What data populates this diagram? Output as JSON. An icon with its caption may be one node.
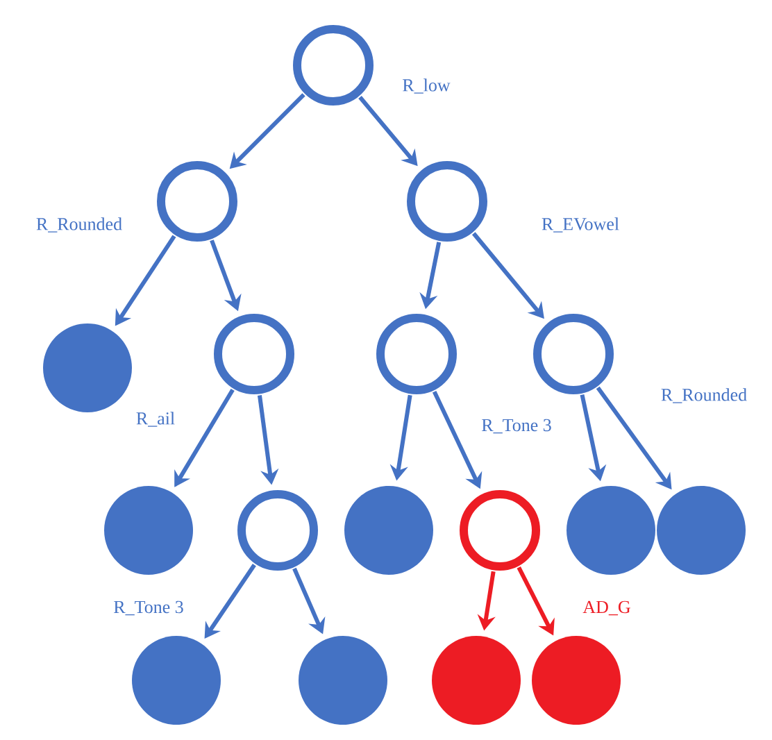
{
  "diagram": {
    "nodes": [
      {
        "text": [],
        "shape": "ring",
        "beside": [
          "R_low"
        ]
      },
      {
        "text": [],
        "shape": "ring",
        "beside": [
          "R_Rounded"
        ]
      },
      {
        "text": [],
        "shape": "ring",
        "beside": [
          "R_EVowel"
        ]
      },
      {
        "text": [],
        "shape": "circle"
      },
      {
        "text": [],
        "shape": "ring"
      },
      {
        "text": [],
        "shape": "ring",
        "beside": [
          "R_Tone 3"
        ]
      },
      {
        "text": [],
        "shape": "ring",
        "beside": [
          "R_Rounded"
        ]
      },
      {
        "text": [],
        "shape": "circle"
      },
      {
        "text": [],
        "shape": "ring"
      },
      {
        "text": [],
        "shape": "circle"
      },
      {
        "text": [],
        "shape": "ring"
      },
      {
        "text": [],
        "shape": "circle"
      },
      {
        "text": [],
        "shape": "circle"
      },
      {
        "text": [],
        "shape": "circle"
      },
      {
        "text": [],
        "shape": "circle"
      },
      {
        "text": [],
        "shape": "circle"
      },
      {
        "text": [],
        "shape": "circle"
      }
    ],
    "edges": [
      {
        "from": 0,
        "to": 1,
        "arrow": "to"
      },
      {
        "from": 0,
        "to": 2,
        "arrow": "to"
      },
      {
        "from": 1,
        "to": 3,
        "arrow": "to"
      },
      {
        "from": 1,
        "to": 4,
        "arrow": "to"
      },
      {
        "from": 2,
        "to": 5,
        "arrow": "to"
      },
      {
        "from": 2,
        "to": 6,
        "arrow": "to"
      },
      {
        "from": 4,
        "to": 7,
        "arrow": "to"
      },
      {
        "from": 4,
        "to": 8,
        "arrow": "to"
      },
      {
        "from": 5,
        "to": 9,
        "arrow": "to"
      },
      {
        "from": 5,
        "to": 10,
        "arrow": "to"
      },
      {
        "from": 6,
        "to": 11,
        "arrow": "to"
      },
      {
        "from": 6,
        "to": 12,
        "arrow": "to"
      },
      {
        "from": 8,
        "to": 13,
        "arrow": "to"
      },
      {
        "from": 8,
        "to": 14,
        "arrow": "to"
      },
      {
        "from": 10,
        "to": 15,
        "arrow": "to",
        "color": "#ed1c24"
      },
      {
        "from": 10,
        "to": 16,
        "arrow": "to",
        "color": "#ed1c24"
      }
    ],
    "labels": [
      "R_ail",
      "R_Tone 3",
      "AD_G"
    ]
  }
}
